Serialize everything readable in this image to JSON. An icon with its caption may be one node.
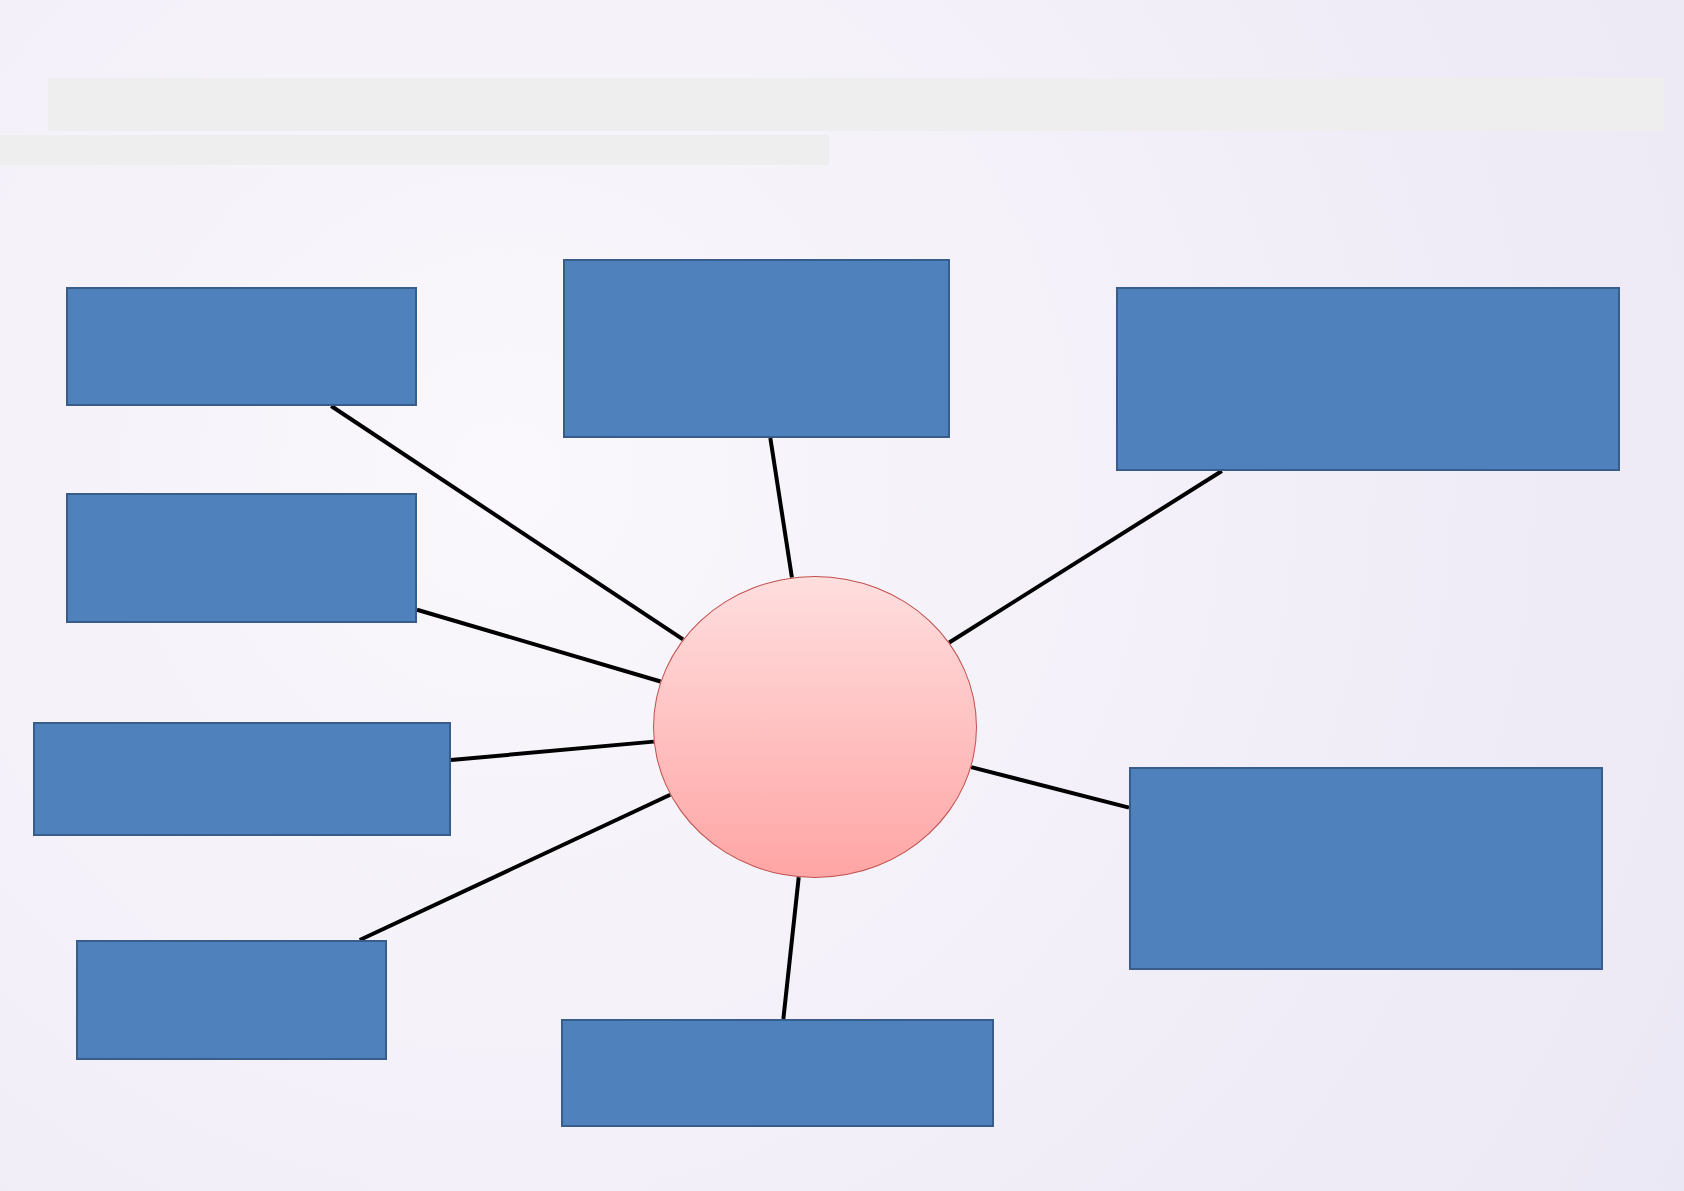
{
  "diagram": {
    "nodes": [
      {
        "text": [],
        "shape": "bar"
      },
      {
        "text": [],
        "shape": "bar"
      },
      {
        "text": [],
        "shape": "box"
      },
      {
        "text": [],
        "shape": "box"
      },
      {
        "text": [],
        "shape": "box"
      },
      {
        "text": [],
        "shape": "box"
      },
      {
        "text": [],
        "shape": "circle"
      },
      {
        "text": [],
        "shape": "box"
      },
      {
        "text": [],
        "shape": "box"
      },
      {
        "text": [],
        "shape": "box"
      },
      {
        "text": [],
        "shape": "box"
      }
    ],
    "edges": [
      {
        "from": 6,
        "to": 2,
        "arrow": "none"
      },
      {
        "from": 6,
        "to": 3,
        "arrow": "none"
      },
      {
        "from": 6,
        "to": 4,
        "arrow": "none"
      },
      {
        "from": 6,
        "to": 5,
        "arrow": "none"
      },
      {
        "from": 6,
        "to": 7,
        "arrow": "none"
      },
      {
        "from": 6,
        "to": 8,
        "arrow": "none"
      },
      {
        "from": 6,
        "to": 9,
        "arrow": "none"
      },
      {
        "from": 6,
        "to": 10,
        "arrow": "none"
      }
    ]
  }
}
